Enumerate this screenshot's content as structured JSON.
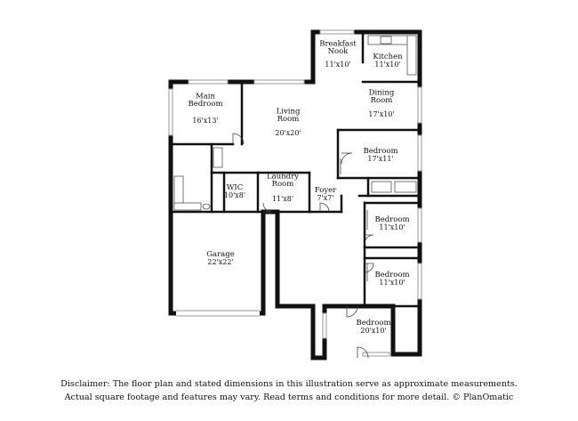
{
  "rooms": {
    "breakfast_nook": {
      "name": "Breakfast\nNook",
      "dims": "11'x10'"
    },
    "kitchen": {
      "name": "Kitchen",
      "dims": "11'x10'"
    },
    "main_bedroom": {
      "name": "Main\nBedroom",
      "dims": "16'x13'"
    },
    "dining_room": {
      "name": "Dining\nRoom",
      "dims": "17'x10'"
    },
    "living_room": {
      "name": "Living\nRoom",
      "dims": "20'x20'"
    },
    "bedroom_1": {
      "name": "Bedroom",
      "dims": "17'x11'"
    },
    "wic": {
      "name": "WIC",
      "dims": "10'x8'"
    },
    "laundry_room": {
      "name": "Laundry\nRoom",
      "dims": "11'x8'"
    },
    "foyer": {
      "name": "Foyer",
      "dims": "7'x7'"
    },
    "bedroom_2": {
      "name": "Bedroom",
      "dims": "11'x10'"
    },
    "garage": {
      "name": "Garage",
      "dims": "22'x22'"
    },
    "bedroom_3": {
      "name": "Bedroom",
      "dims": "11'x10'"
    },
    "bedroom_4": {
      "name": "Bedroom",
      "dims": "20'x10'"
    }
  },
  "disclaimer": {
    "line1": "Disclaimer: The floor plan and stated dimensions in this illustration serve as approximate measurements.",
    "line2": "Actual square footage and features may vary. Read terms and conditions for more detail. © PlanOmatic"
  }
}
